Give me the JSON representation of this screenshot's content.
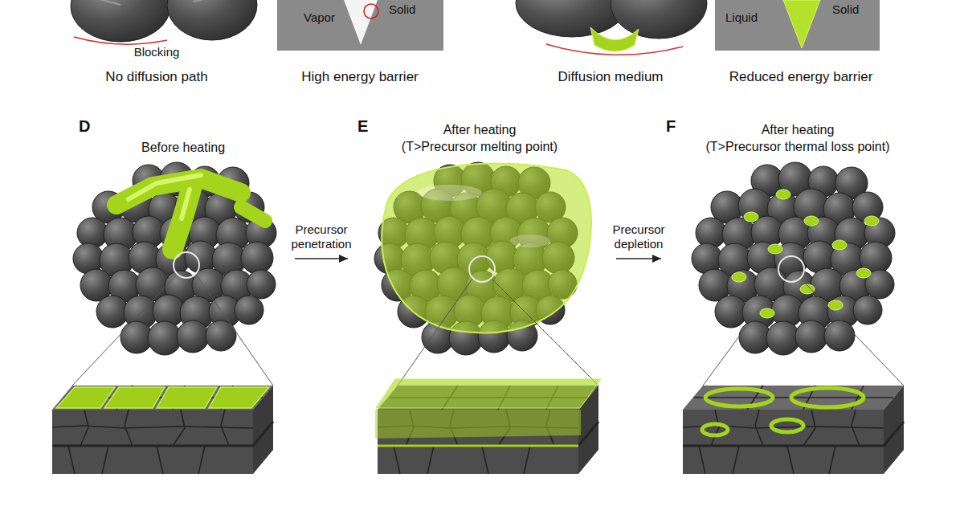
{
  "diagram": {
    "nodes": [
      {
        "text": [
          "D",
          "Before heating"
        ]
      },
      {
        "text": [
          "E",
          "After heating",
          "(T>Precursor melting point)"
        ]
      },
      {
        "text": [
          "F",
          "After heating",
          "(T>Precursor thermal loss point)"
        ]
      }
    ],
    "edges": [
      {
        "from": 0,
        "to": 1,
        "arrow": "to",
        "label": "Precursor penetration"
      },
      {
        "from": 1,
        "to": 2,
        "arrow": "to",
        "label": "Precursor depletion"
      }
    ],
    "labels": [
      "Blocking",
      "No diffusion path",
      "Vapor",
      "Solid",
      "High energy barrier",
      "Diffusion medium",
      "Liquid",
      "Solid",
      "Reduced energy barrier"
    ]
  }
}
